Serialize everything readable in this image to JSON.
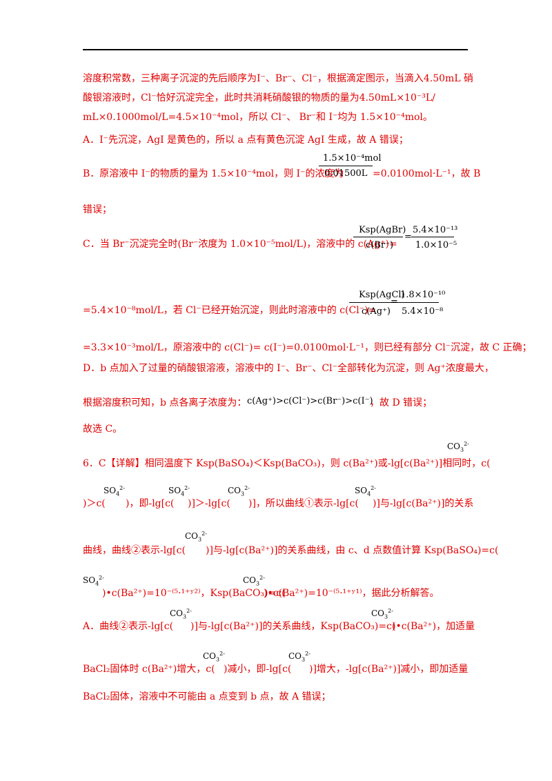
{
  "lines": {
    "l1": "溶度积常数，三种离子沉淀的先后顺序为I⁻、Br⁻、Cl⁻，根据滴定图示，当滴入4.50mL 硝",
    "l2": "酸银溶液时，Cl⁻恰好沉淀完全，此时共消耗硝酸银的物质的量为4.50mL×10⁻³L/",
    "l3": "mL×0.1000mol/L=4.5×10⁻⁴mol，所以 Cl⁻、 Br⁻和 I⁻均为 1.5×10⁻⁴mol。",
    "l4": "A．I⁻先沉淀，AgI 是黄色的，所以 a 点有黄色沉淀 AgI 生成，故 A 错误；",
    "l5": "B．原溶液中 I⁻的物质的量为 1.5×10⁻⁴mol，则 I⁻的浓度为",
    "l5b": "=0.0100mol·L⁻¹，故 B",
    "l6": "错误；",
    "l7": "C．当 Br⁻沉淀完全时(Br⁻浓度为 1.0×10⁻⁵mol/L)，溶液中的 c(Ag⁺)=",
    "l8": "=5.4×10⁻⁸mol/L，若 Cl⁻已经开始沉淀，则此时溶液中的 c(Cl⁻)=",
    "l9": "=3.3×10⁻³mol/L，原溶液中的 c(Cl⁻)= c(I⁻)=0.0100mol·L⁻¹，则已经有部分 Cl⁻沉淀，故 C 正确；",
    "l10": "D．b 点加入了过量的硝酸银溶液，溶液中的 I⁻、Br⁻、Cl⁻全部转化为沉淀，则 Ag⁺浓度最大，",
    "l11": "根据溶度积可知，b 点各离子浓度为：",
    "l11b": "，故 D 错误；",
    "l12": "故选 C。",
    "l13": "6．C【详解】相同温度下 Ksp(BaSO₄)＜Ksp(BaCO₃)，则 c(Ba²⁺)或-lg[c(Ba²⁺)]相同时，c(",
    "l14a": ")＞c(",
    "l14b": ")，即-lg[c(",
    "l14c": ")]＞-lg[c(",
    "l14d": ")]，所以曲线①表示-lg[c(",
    "l14e": ")]与-lg[c(Ba²⁺)]的关系",
    "l15a": "曲线，曲线②表示-lg[c(",
    "l15b": ")]与-lg[c(Ba²⁺)]的关系曲线，由 c、d 点数值计算 Ksp(BaSO₄)=c(",
    "l16a": ")•c(Ba²⁺)=10⁻⁽⁵·¹⁺ʸ²⁾，Ksp(BaCO₃)=c(",
    "l16b": ")•c(Ba²⁺)=10⁻⁽⁵·¹⁺ʸ¹⁾，据此分析解答。",
    "l17a": "A．曲线②表示-lg[c(",
    "l17b": ")]与-lg[c(Ba²⁺)]的关系曲线，Ksp(BaCO₃)=c(",
    "l17c": ")•c(Ba²⁺)，加适量",
    "l18a": "BaCl₂固体时 c(Ba²⁺)增大，c(",
    "l18b": ")减小，即-lg[c(",
    "l18c": ")]增大，-lg[c(Ba²⁺)]减小，即加适量",
    "l19": "BaCl₂固体，溶液中不可能由 a 点变到 b 点，故 A 错误；"
  },
  "formulas": {
    "fB_num": "1.5×10⁻⁴mol",
    "fB_den": "0.01500L",
    "fC1_num": "Ksp(AgBr)",
    "fC1_den": "c(Br⁻)",
    "fC1_eq": "=",
    "fC1_rnum": "5.4×10⁻¹³",
    "fC1_rden": "1.0×10⁻⁵",
    "fC2_num": "Ksp(AgCl)",
    "fC2_den": "c(Ag⁺)",
    "fC2_eq": "=",
    "fC2_rnum": "1.8×10⁻¹⁰",
    "fC2_rden": "5.4×10⁻⁸",
    "fD": "c(Ag⁺)>c(Cl⁻)>c(Br⁻)>c(I⁻)"
  },
  "chem": {
    "co3_base": "CO",
    "co3_sub": "3",
    "co3_sup": "2-",
    "so4_base": "SO",
    "so4_sub": "4",
    "so4_sup": "2-"
  }
}
